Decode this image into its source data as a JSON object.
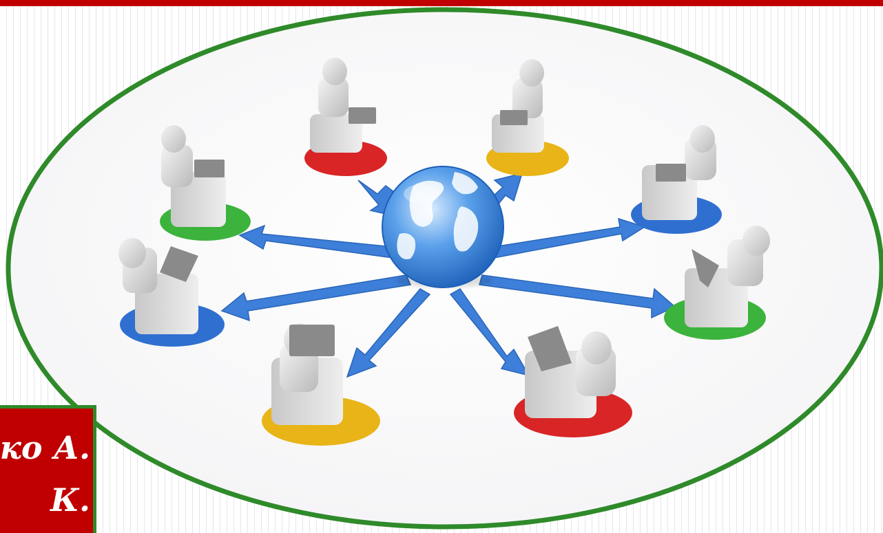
{
  "slide": {
    "author_line1": "ко А.",
    "author_line2": "К."
  },
  "network_illustration": {
    "center": "globe-icon",
    "arrow_color": "#3d7fd9",
    "users": [
      {
        "name": "user-top-left",
        "platform_color": "#d92525"
      },
      {
        "name": "user-top-right",
        "platform_color": "#e8b417"
      },
      {
        "name": "user-left-upper",
        "platform_color": "#3cb33c"
      },
      {
        "name": "user-right-upper",
        "platform_color": "#2f6fd0"
      },
      {
        "name": "user-left-lower",
        "platform_color": "#2f6fd0"
      },
      {
        "name": "user-right-lower",
        "platform_color": "#3cb33c"
      },
      {
        "name": "user-bottom-left",
        "platform_color": "#e8b417"
      },
      {
        "name": "user-bottom-right",
        "platform_color": "#d92525"
      }
    ]
  },
  "colors": {
    "accent_red": "#c00000",
    "oval_border": "#2f8a2a",
    "background_lines": "#e6e6ec"
  }
}
